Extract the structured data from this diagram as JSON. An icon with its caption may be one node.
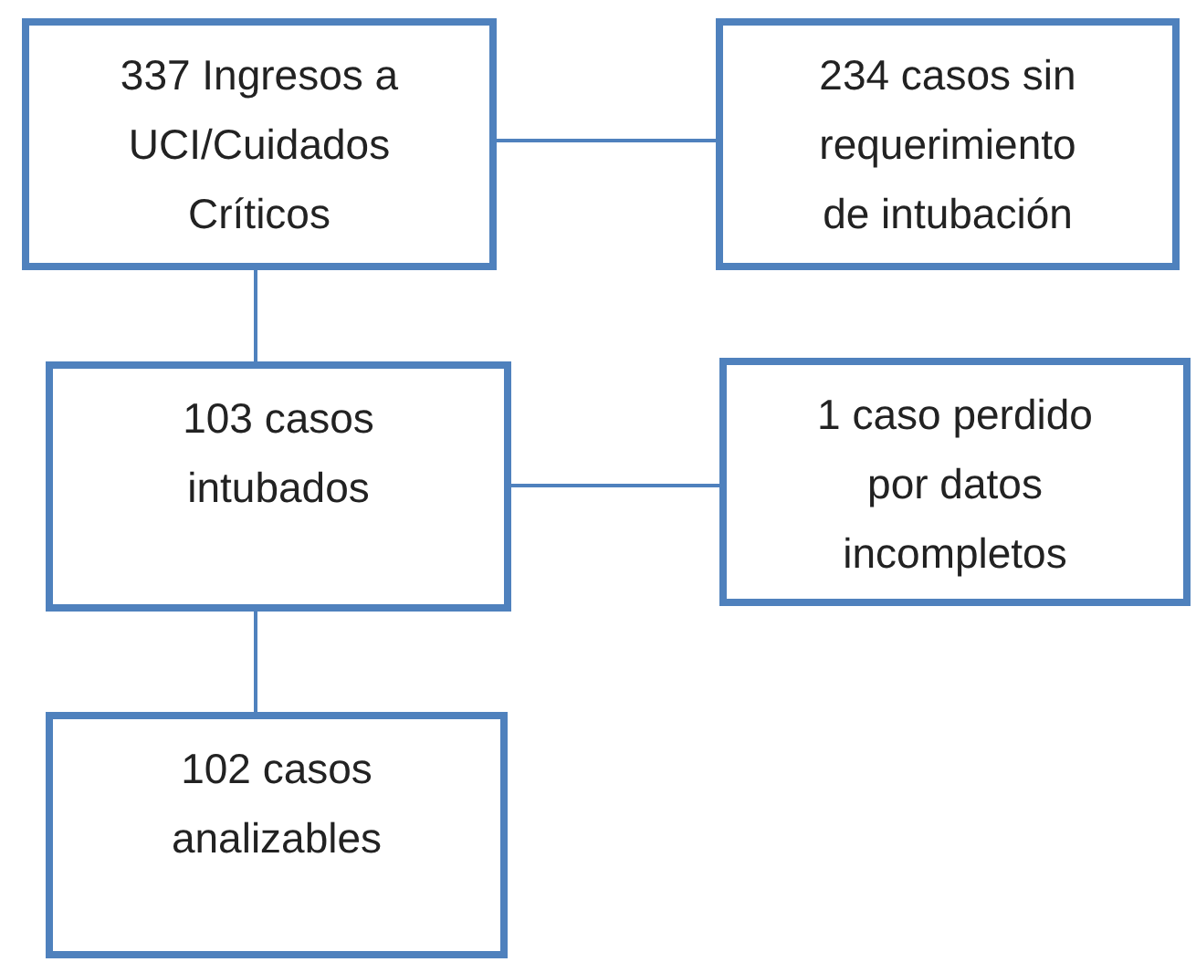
{
  "diagram": {
    "nodes": [
      {
        "text": [
          "337 Ingresos a UCI/Cuidados Críticos"
        ]
      },
      {
        "text": [
          "234 casos sin requerimiento de intubación"
        ]
      },
      {
        "text": [
          "103 casos intubados"
        ]
      },
      {
        "text": [
          "1 caso perdido por datos incompletos"
        ]
      },
      {
        "text": [
          "102 casos analizables"
        ]
      }
    ],
    "edges": [
      {
        "from": 0,
        "to": 1,
        "arrow": "none"
      },
      {
        "from": 0,
        "to": 2,
        "arrow": "none"
      },
      {
        "from": 2,
        "to": 3,
        "arrow": "none"
      },
      {
        "from": 2,
        "to": 4,
        "arrow": "none"
      }
    ]
  }
}
